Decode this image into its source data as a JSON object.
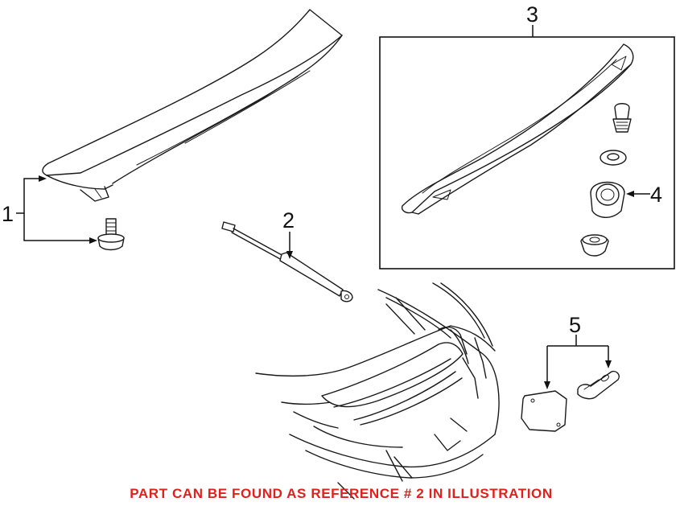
{
  "callouts": {
    "c1": "1",
    "c2": "2",
    "c3": "3",
    "c4": "4",
    "c5": "5"
  },
  "note": "PART CAN BE FOUND AS REFERENCE # 2 IN ILLUSTRATION",
  "colors": {
    "note": "#e0201b",
    "line": "#1a1a1a",
    "background": "#ffffff"
  }
}
